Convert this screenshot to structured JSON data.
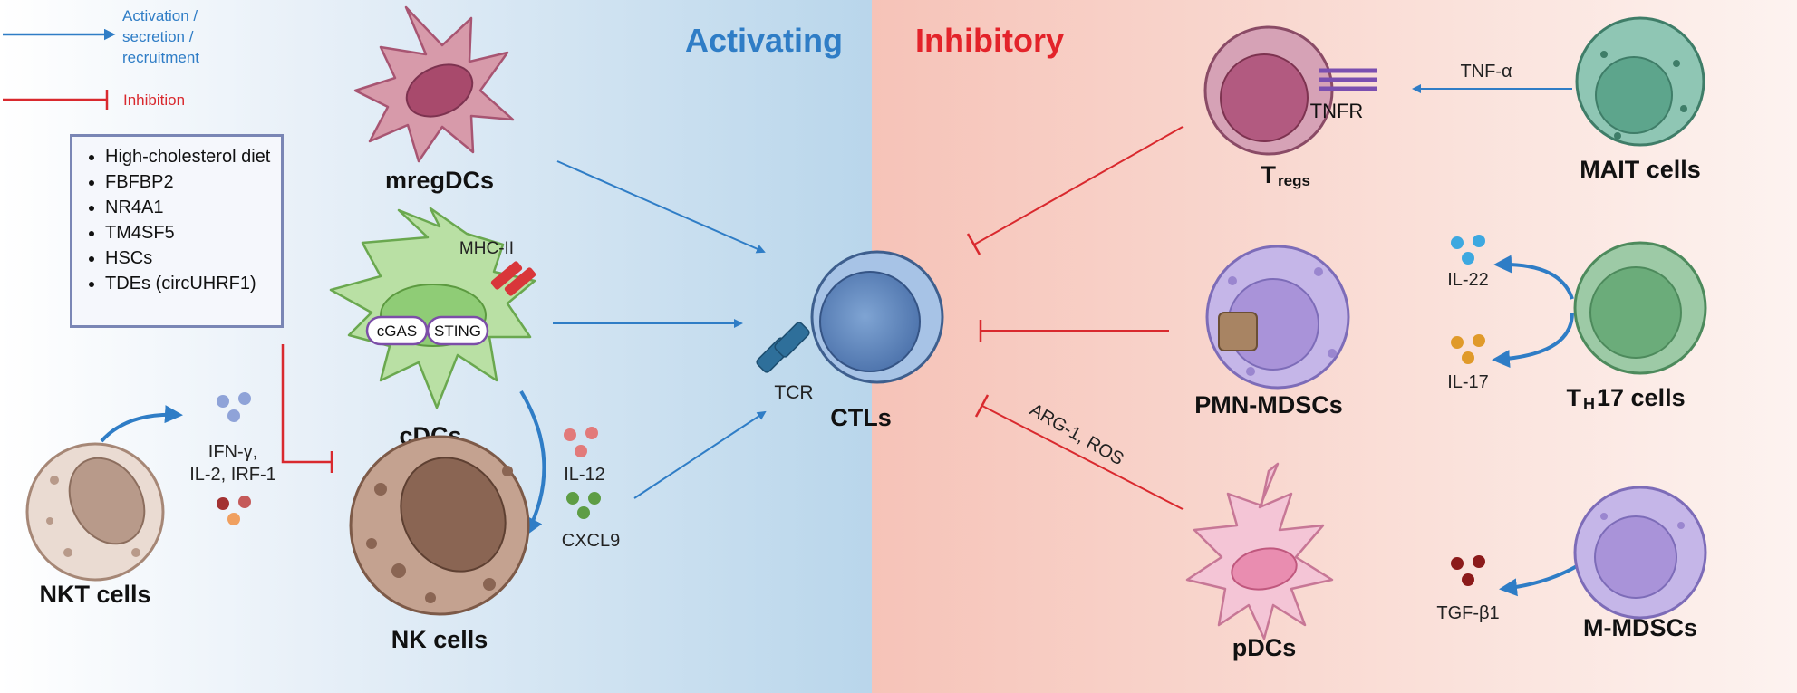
{
  "legend": {
    "activation": "Activation / secretion / recruitment",
    "inhibition": "Inhibition"
  },
  "factors": {
    "items": [
      "High-cholesterol diet",
      "FBFBP2",
      "NR4A1",
      "TM4SF5",
      "HSCs",
      "TDEs (circUHRF1)"
    ]
  },
  "panels": {
    "activating": "Activating",
    "inhibitory": "Inhibitory"
  },
  "cells": {
    "mregdcs": "mregDCs",
    "cdcs": "cDCs",
    "nk": "NK cells",
    "nkt": "NKT cells",
    "ctl": "CTLs",
    "treg_main": "T",
    "treg_sub": "regs",
    "mait": "MAIT cells",
    "pmn": "PMN-MDSCs",
    "th17_main": "T",
    "th17_sub": "H",
    "th17_rest": "17 cells",
    "pdcs": "pDCs",
    "mmdsc": "M-MDSCs"
  },
  "molecules": {
    "mhc": "MHC-II",
    "cgas": "cGAS",
    "sting": "STING",
    "tcr": "TCR",
    "tnfr": "TNFR",
    "tnfa": "TNF-α",
    "il22": "IL-22",
    "il17": "IL-17",
    "tgfb": "TGF-β1",
    "arg": "ARG-1, ROS",
    "il12": "IL-12",
    "cxcl9": "CXCL9",
    "ifn_line1": "IFN-γ,",
    "ifn_line2": "IL-2, IRF-1"
  },
  "colors": {
    "activation": "#2f7dc6",
    "inhibition": "#d9292e",
    "activating_title": "#2f7dc6",
    "inhibitory_title": "#e3232a"
  },
  "icons": [
    "mregdc-cell-icon",
    "cdc-cell-icon",
    "nk-cell-icon",
    "nkt-cell-icon",
    "ctl-cell-icon",
    "treg-cell-icon",
    "mait-cell-icon",
    "pmn-mdsc-cell-icon",
    "th17-cell-icon",
    "pdc-cell-icon",
    "m-mdsc-cell-icon"
  ]
}
